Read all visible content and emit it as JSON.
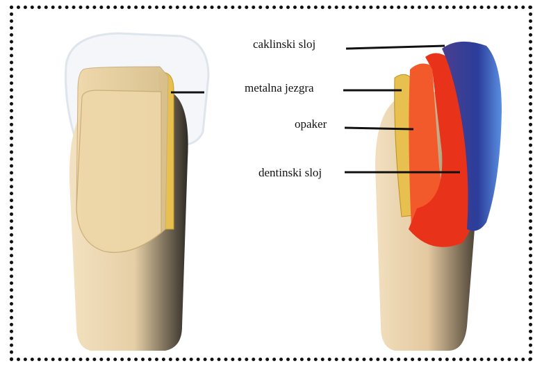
{
  "labels": {
    "enamel": "caklinski sloj",
    "metal_core": "metalna jezgra",
    "opaquer": "opaker",
    "dentin": "dentinski sloj"
  },
  "colors": {
    "skin": "#e9d2ab",
    "gold": "#e8c04f",
    "opaquer": "#ee3a1c",
    "enamel": "#2b3d9a"
  }
}
